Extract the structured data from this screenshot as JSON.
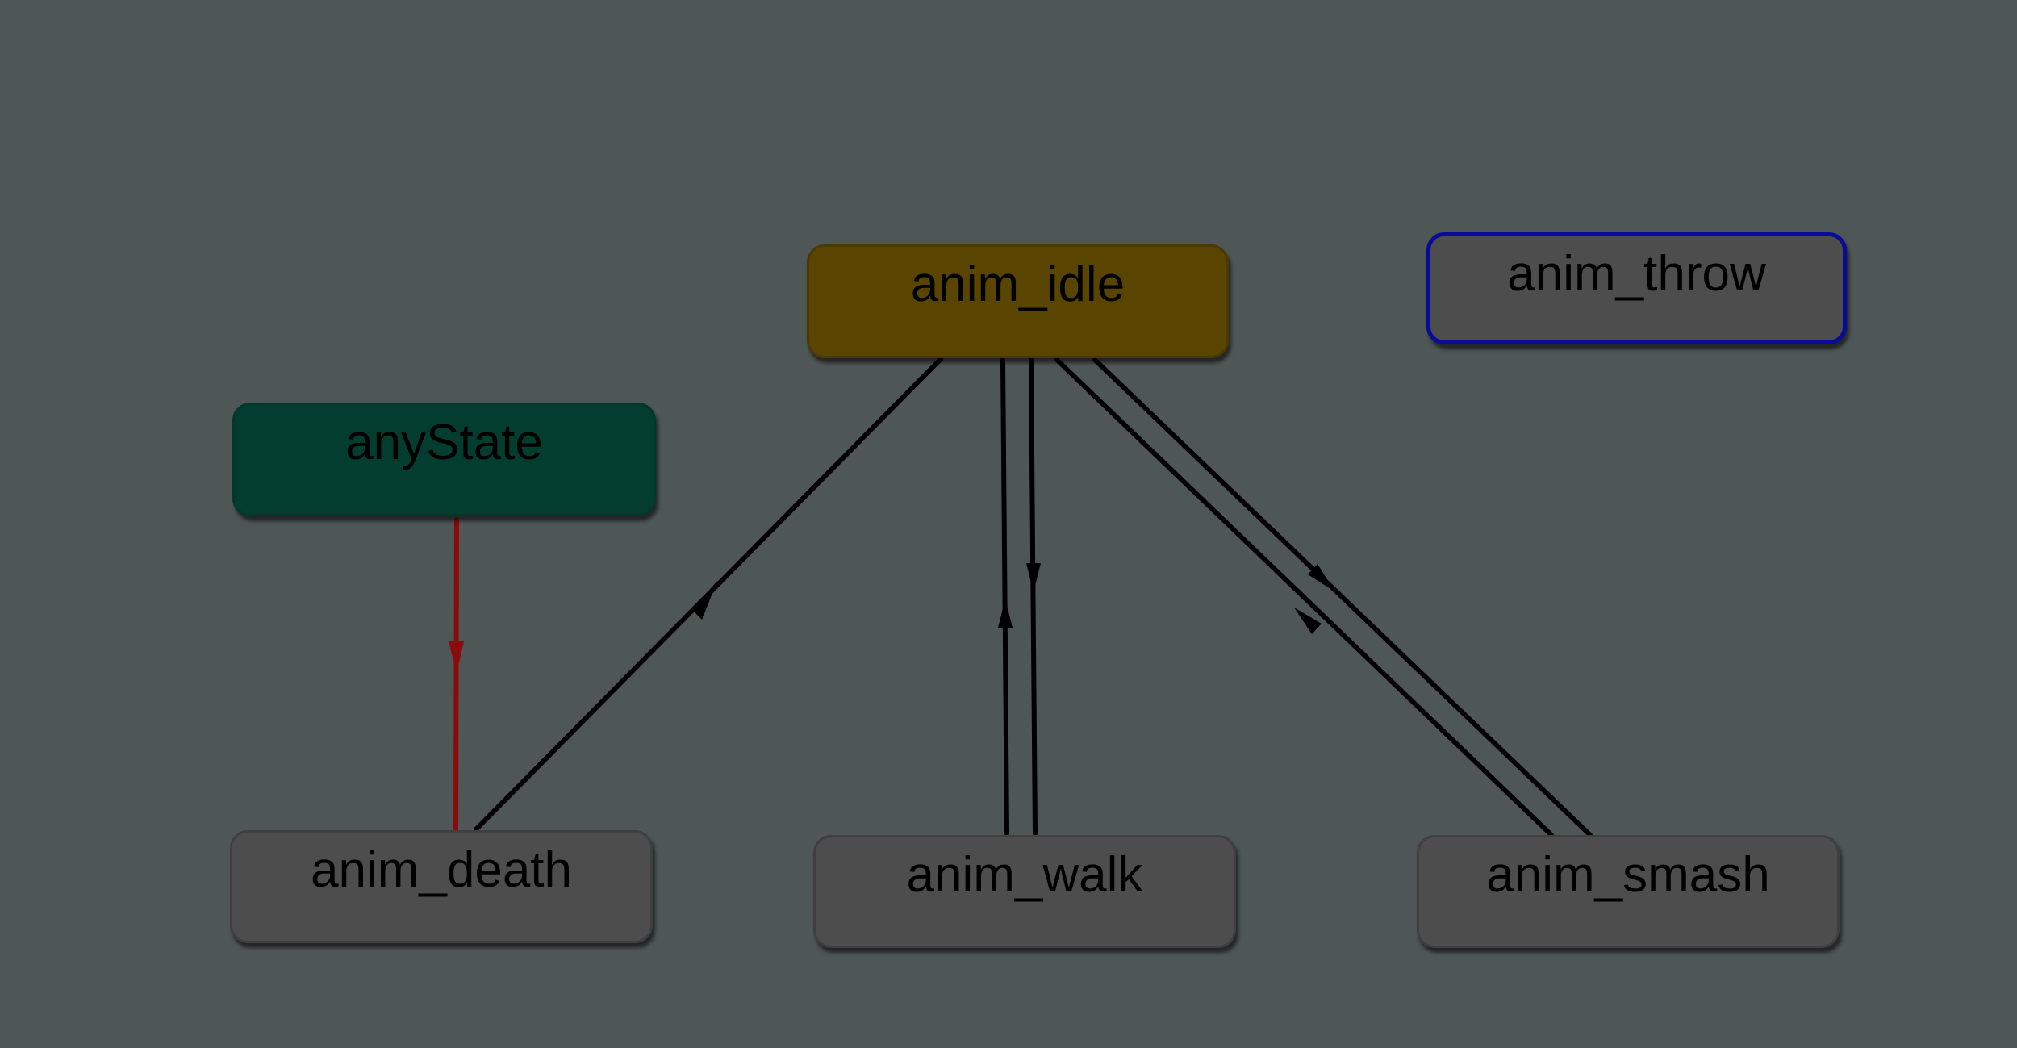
{
  "graph": {
    "colors": {
      "background": "#4f5656",
      "edge_default": "#000000",
      "edge_any_state": "#8a0b0b",
      "selected_outline": "#0a0a9a"
    },
    "states": [
      {
        "id": "anim_idle",
        "label": "anim_idle",
        "role": "default",
        "fill": "#5a4500",
        "border": "#4a3a00"
      },
      {
        "id": "anim_throw",
        "label": "anim_throw",
        "role": "selected",
        "fill": "#4d4d4d",
        "border": "#0a0a9a"
      },
      {
        "id": "anyState",
        "label": "anyState",
        "role": "any",
        "fill": "#023d2f",
        "border": "#02382b"
      },
      {
        "id": "anim_death",
        "label": "anim_death",
        "role": "normal",
        "fill": "#4d4d4d",
        "border": "#3f3f3f"
      },
      {
        "id": "anim_walk",
        "label": "anim_walk",
        "role": "normal",
        "fill": "#4d4d4d",
        "border": "#3f3f3f"
      },
      {
        "id": "anim_smash",
        "label": "anim_smash",
        "role": "normal",
        "fill": "#4d4d4d",
        "border": "#3f3f3f"
      }
    ],
    "transitions": [
      {
        "from": "anyState",
        "to": "anim_death"
      },
      {
        "from": "anim_death",
        "to": "anim_idle"
      },
      {
        "from": "anim_walk",
        "to": "anim_idle"
      },
      {
        "from": "anim_idle",
        "to": "anim_walk"
      },
      {
        "from": "anim_smash",
        "to": "anim_idle"
      },
      {
        "from": "anim_idle",
        "to": "anim_smash"
      }
    ]
  }
}
